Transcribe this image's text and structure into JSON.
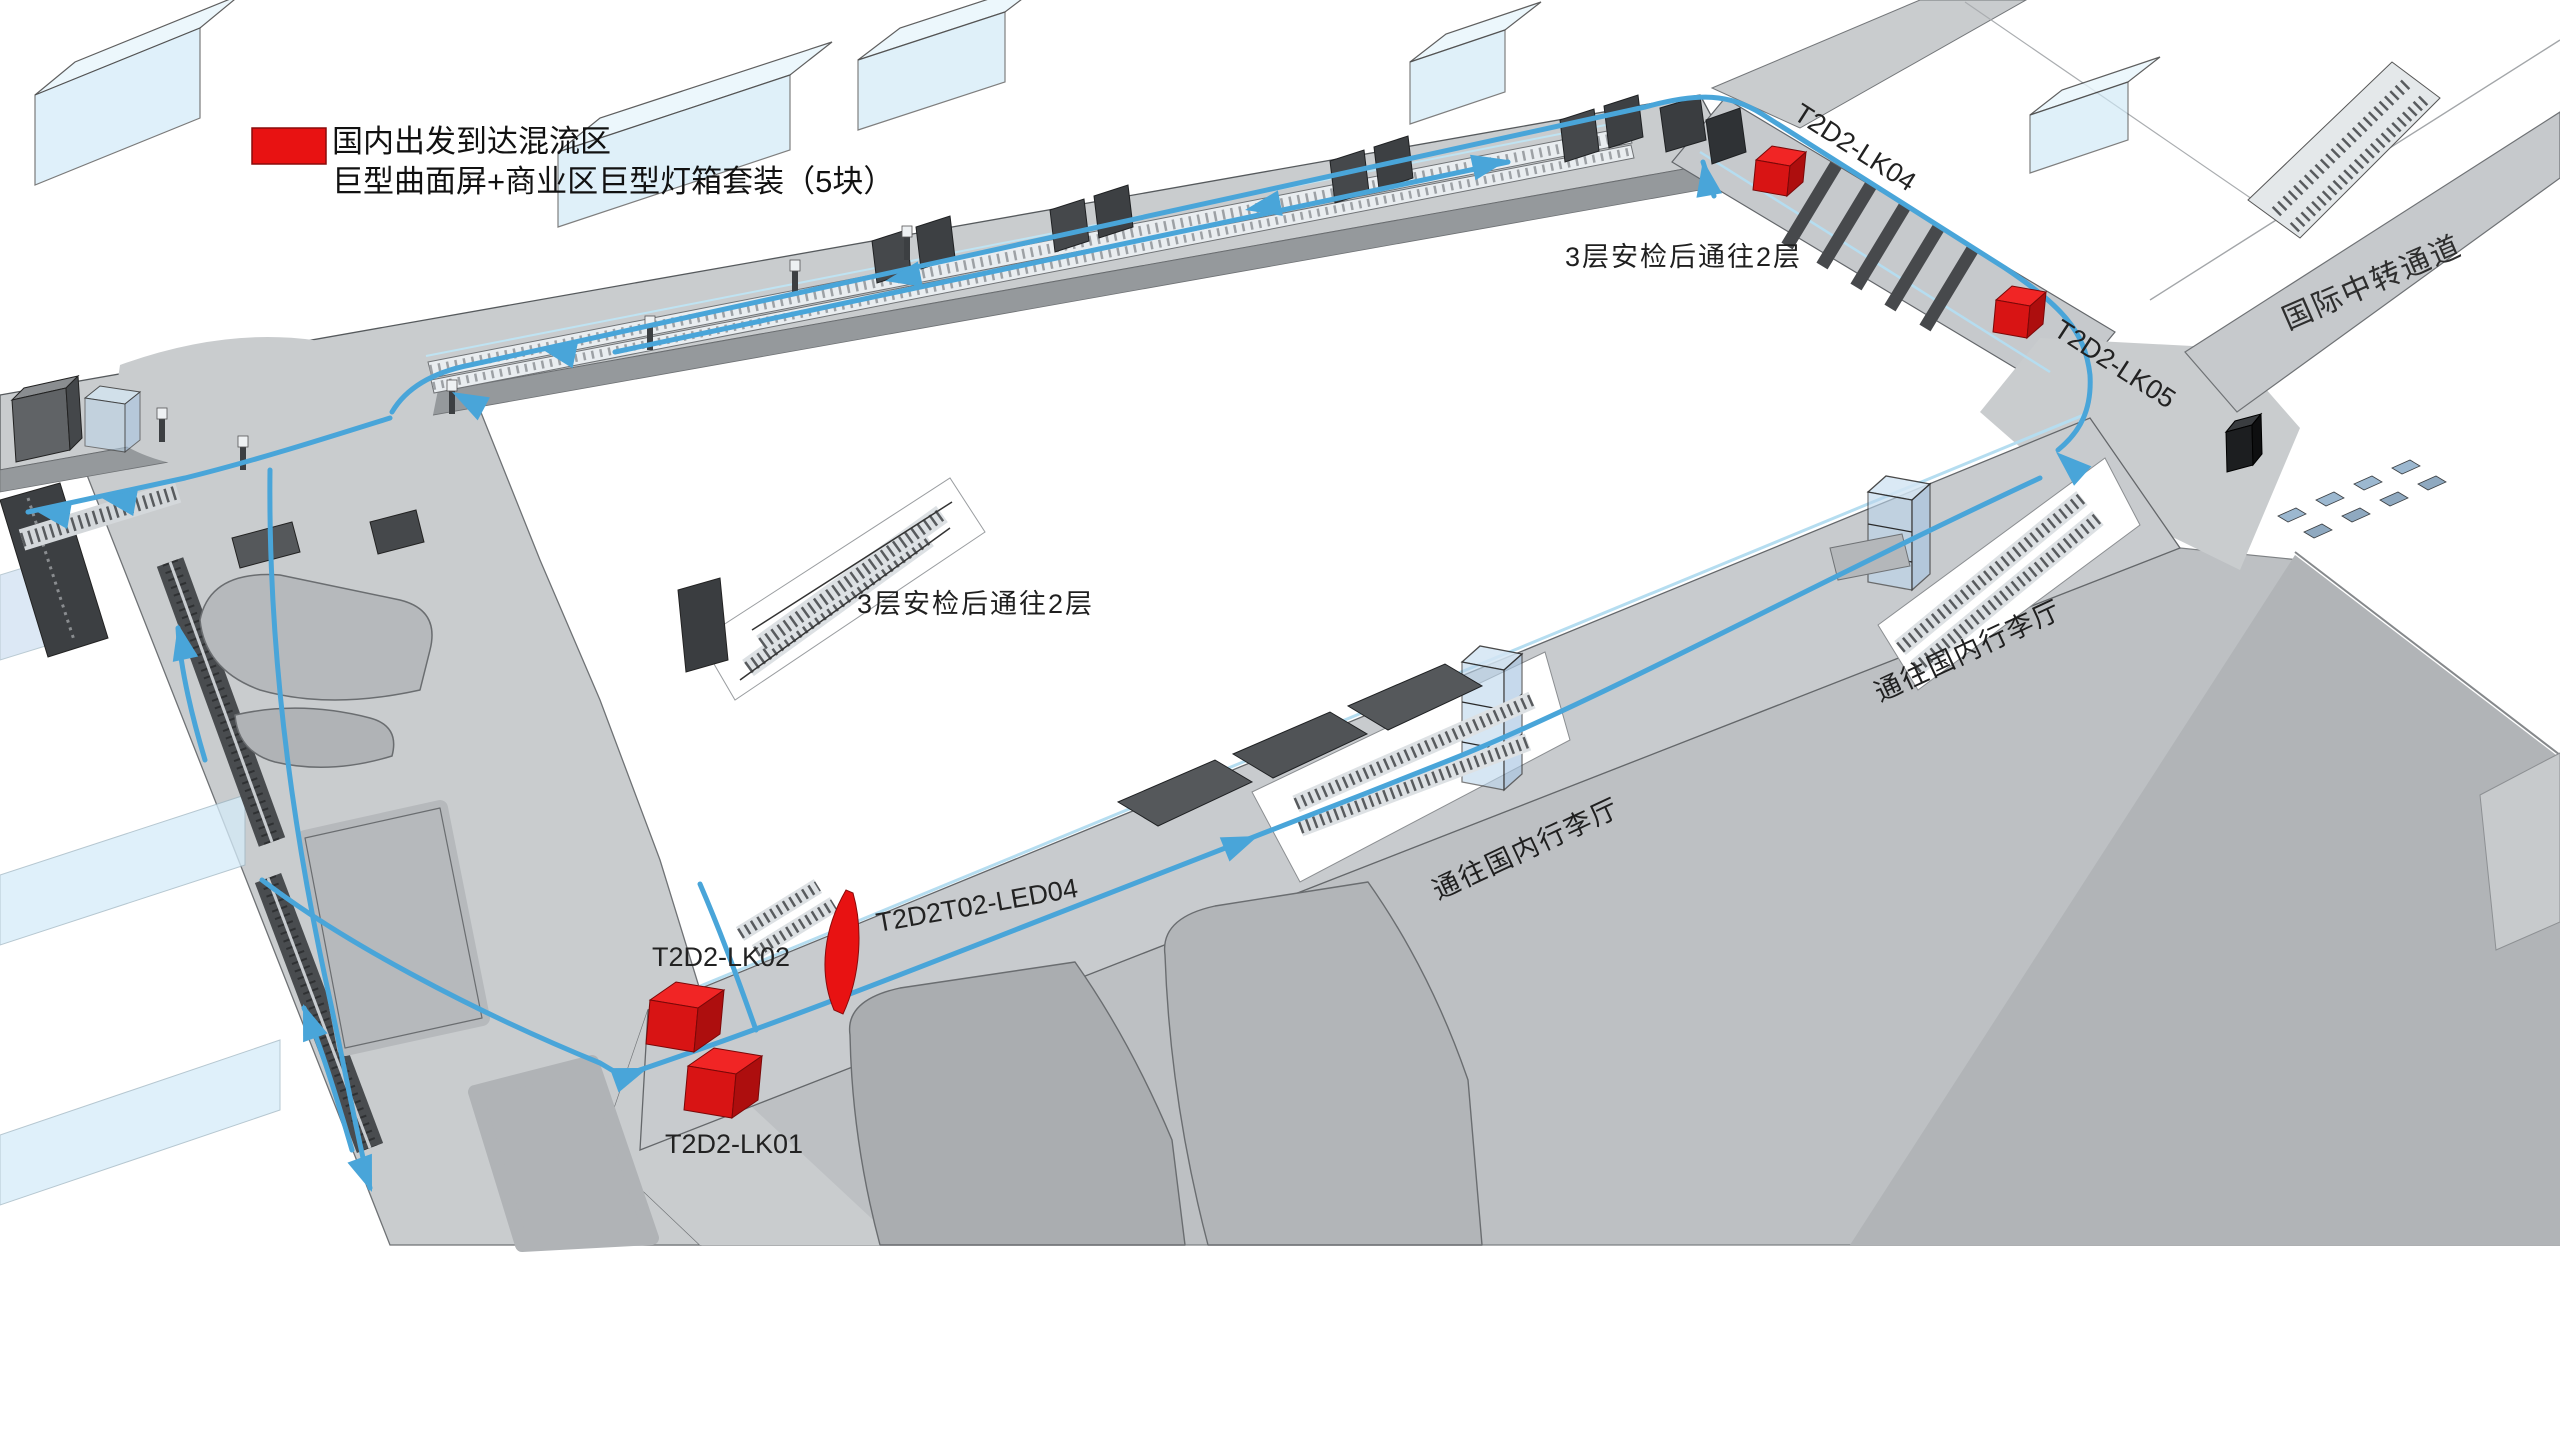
{
  "legend": {
    "swatch_color": "#e81212",
    "line1": "国内出发到达混流区",
    "line2": "巨型曲面屏+商业区巨型灯箱套装（5块）"
  },
  "labels": {
    "lk04": "T2D2-LK04",
    "lk05": "T2D2-LK05",
    "lk02": "T2D2-LK02",
    "lk01": "T2D2-LK01",
    "led04": "T2D2T02-LED04",
    "intl_transfer": "国际中转通道",
    "sec_to_2f": "3层安检后通往2层",
    "to_domestic_baggage": "通往国内行李厅"
  },
  "colors": {
    "lightbox_red": "#e81212",
    "flow_blue": "#49a5d9",
    "floor_light": "#c9ccce",
    "floor_lower": "#bdc0c3",
    "glass_blue": "#cfe9f7"
  }
}
